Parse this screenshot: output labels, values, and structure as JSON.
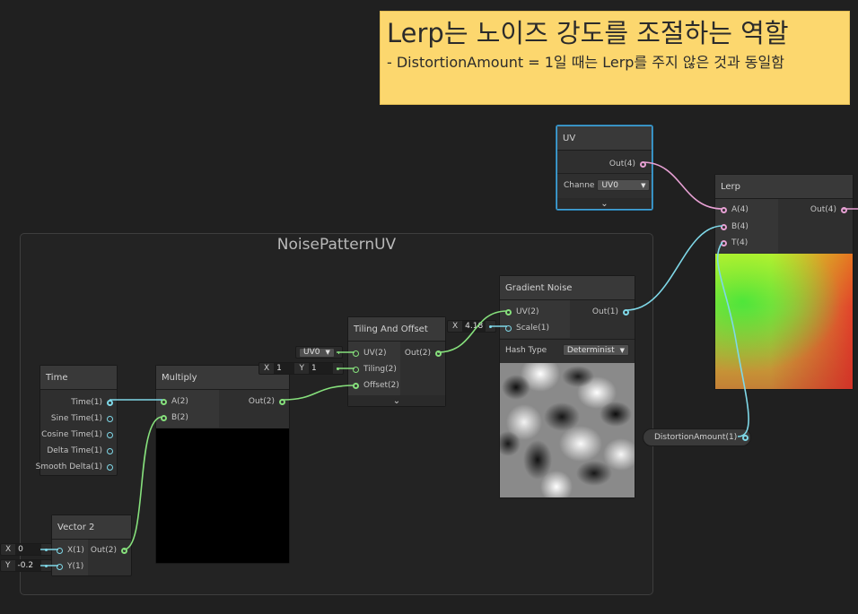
{
  "note": {
    "title": "Lerp는 노이즈 강도를 조절하는 역할",
    "body": "- DistortionAmount = 1일 때는 Lerp를 주지 않은 것과 동일함"
  },
  "group": {
    "title": "NoisePatternUV"
  },
  "nodes": {
    "uv": {
      "title": "UV",
      "out": "Out(4)",
      "channel_label": "Channe",
      "channel_value": "UV0"
    },
    "lerp": {
      "title": "Lerp",
      "inputs": [
        "A(4)",
        "B(4)",
        "T(4)"
      ],
      "out": "Out(4)"
    },
    "gradient_noise": {
      "title": "Gradient Noise",
      "inputs": [
        "UV(2)",
        "Scale(1)"
      ],
      "out": "Out(1)",
      "hash_label": "Hash Type",
      "hash_value": "Determinist"
    },
    "tiling_offset": {
      "title": "Tiling And Offset",
      "inputs": [
        "UV(2)",
        "Tiling(2)",
        "Offset(2)"
      ],
      "out": "Out(2)"
    },
    "time": {
      "title": "Time",
      "outputs": [
        "Time(1)",
        "Sine Time(1)",
        "Cosine Time(1)",
        "Delta Time(1)",
        "Smooth Delta(1)"
      ]
    },
    "multiply": {
      "title": "Multiply",
      "inputs": [
        "A(2)",
        "B(2)"
      ],
      "out": "Out(2)"
    },
    "vector2": {
      "title": "Vector 2",
      "inputs": [
        "X(1)",
        "Y(1)"
      ],
      "out": "Out(2)"
    }
  },
  "inline_inputs": {
    "scale": {
      "axis": "X",
      "value": "4.18"
    },
    "uv": {
      "value": "UV0"
    },
    "tiling": {
      "x_label": "X",
      "x": "1",
      "y_label": "Y",
      "y": "1"
    },
    "vec_x": {
      "axis": "X",
      "value": "0"
    },
    "vec_y": {
      "axis": "Y",
      "value": "-0.2"
    }
  },
  "property": {
    "label": "DistortionAmount(1)"
  },
  "colors": {
    "note_bg": "#fcd76e",
    "float_port": "#7fd8e8",
    "vector2_port": "#86e07c",
    "vector4_port": "#e6a0d3",
    "selection": "#44a3d8"
  }
}
